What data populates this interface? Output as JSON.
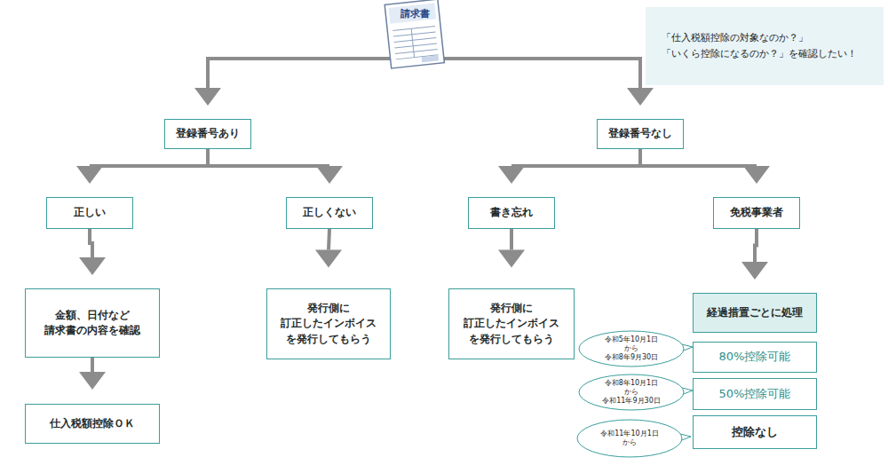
{
  "diagram": {
    "nodes": [
      {
        "text": [
          "請求書"
        ]
      },
      {
        "text": [
          "「仕入税額控除の対象なのか？」 「いくら控除になるのか？」を確認したい！"
        ]
      },
      {
        "text": [
          "登録番号あり"
        ]
      },
      {
        "text": [
          "登録番号なし"
        ]
      },
      {
        "text": [
          "正しい"
        ]
      },
      {
        "text": [
          "正しくない"
        ]
      },
      {
        "text": [
          "書き忘れ"
        ]
      },
      {
        "text": [
          "免税事業者"
        ]
      },
      {
        "text": [
          "金額、日付など 請求書の内容を確認"
        ]
      },
      {
        "text": [
          "発行側に 訂正したインボイス を発行してもらう"
        ]
      },
      {
        "text": [
          "発行側に 訂正したインボイス を発行してもらう"
        ]
      },
      {
        "text": [
          "経過措置ごとに処理"
        ]
      },
      {
        "text": [
          "仕入税額控除ＯＫ"
        ]
      },
      {
        "text": [
          "80%控除可能"
        ]
      },
      {
        "text": [
          "50%控除可能"
        ]
      },
      {
        "text": [
          "控除なし"
        ]
      },
      {
        "text": [
          "令和5年10月1日 から 令和8年9月30日"
        ]
      },
      {
        "text": [
          "令和8年10月1日 から 令和11年9月30日"
        ]
      },
      {
        "text": [
          "令和11年10月1日 から"
        ]
      }
    ],
    "edges": [
      {
        "from": 0,
        "to": 2,
        "arrow": "to"
      },
      {
        "from": 0,
        "to": 3,
        "arrow": "to"
      },
      {
        "from": 2,
        "to": 4,
        "arrow": "to"
      },
      {
        "from": 2,
        "to": 5,
        "arrow": "to"
      },
      {
        "from": 3,
        "to": 6,
        "arrow": "to"
      },
      {
        "from": 3,
        "to": 7,
        "arrow": "to"
      },
      {
        "from": 4,
        "to": 8,
        "arrow": "to"
      },
      {
        "from": 5,
        "to": 9,
        "arrow": "to"
      },
      {
        "from": 6,
        "to": 10,
        "arrow": "to"
      },
      {
        "from": 7,
        "to": 11,
        "arrow": "to"
      },
      {
        "from": 8,
        "to": 12,
        "arrow": "to"
      }
    ]
  }
}
